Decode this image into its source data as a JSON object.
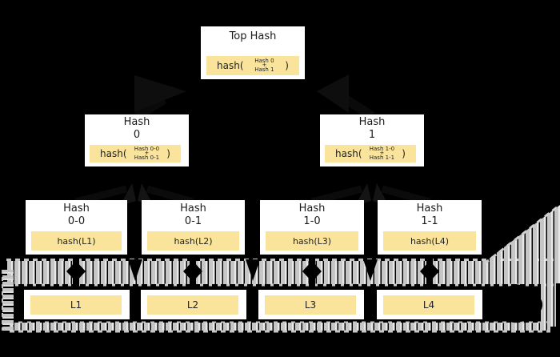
{
  "diagram": {
    "type": "merkle-hash-tree",
    "top_node": {
      "title": "Top Hash",
      "open": "hash(",
      "operands": [
        "Hash 0",
        "+",
        "Hash 1"
      ],
      "close": ")"
    },
    "internal_nodes": [
      {
        "line1": "Hash",
        "line2": "0",
        "open": "hash(",
        "operands": [
          "Hash 0-0",
          "+",
          "Hash 0-1"
        ],
        "close": ")"
      },
      {
        "line1": "Hash",
        "line2": "1",
        "open": "hash(",
        "operands": [
          "Hash 1-0",
          "+",
          "Hash 1-1"
        ],
        "close": ")"
      }
    ],
    "leaf_hashes": [
      {
        "line1": "Hash",
        "line2": "0-0",
        "label": "hash(L1)"
      },
      {
        "line1": "Hash",
        "line2": "0-1",
        "label": "hash(L2)"
      },
      {
        "line1": "Hash",
        "line2": "1-0",
        "label": "hash(L3)"
      },
      {
        "line1": "Hash",
        "line2": "1-1",
        "label": "hash(L4)"
      }
    ],
    "data_blocks": [
      {
        "label": "L1"
      },
      {
        "label": "L2"
      },
      {
        "label": "L3"
      },
      {
        "label": "L4"
      }
    ],
    "colors": {
      "background": "#000000",
      "node_background": "#ffffff",
      "hash_strip": "#fae49c",
      "text": "#1a1a1a",
      "sketch_gray": "#c6c6c6",
      "sketch_light": "#e9e9e9",
      "faint_arrow": "#0e0e0e"
    }
  }
}
